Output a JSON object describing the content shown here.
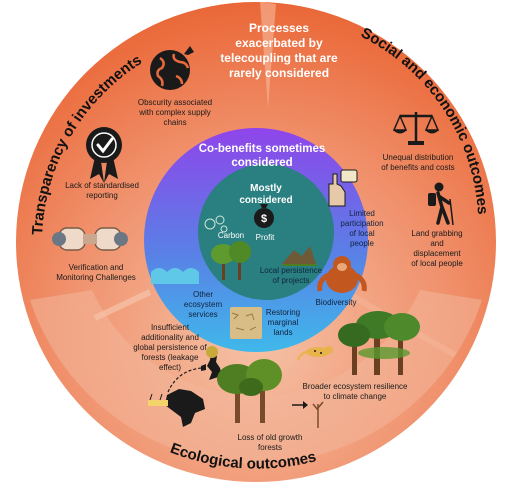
{
  "diagram": {
    "outer_ring": {
      "top_title": [
        "Processes",
        "exacerbated by",
        "telecoupling that are",
        "rarely considered"
      ],
      "arc_left": "Transparency of investments",
      "arc_right": "Social and economic outcomes",
      "arc_bottom": "Ecological outcomes",
      "items": {
        "supply_chains": [
          "Obscurity associated",
          "with complex supply",
          "chains"
        ],
        "reporting": [
          "Lack of standardised",
          "reporting"
        ],
        "monitoring": [
          "Verification and",
          "Monitoring Challenges"
        ],
        "leakage": [
          "Insufficient",
          "additionality and",
          "global persistence of",
          "forests (leakage",
          "effect)"
        ],
        "old_growth": [
          "Loss of old growth",
          "forests"
        ],
        "resilience": [
          "Broader ecosystem resilience",
          "to climate change"
        ],
        "land_grabbing": [
          "Land grabbing",
          "and",
          "displacement",
          "of local people"
        ],
        "distribution": [
          "Unequal distribution",
          "of benefits and costs"
        ]
      }
    },
    "middle_ring": {
      "title": [
        "Co-benefits sometimes",
        "considered"
      ],
      "items": {
        "participation": [
          "Limited",
          "participation",
          "of local",
          "people"
        ],
        "biodiversity": [
          "Biodiversity"
        ],
        "marginal_lands": [
          "Restoring",
          "marginal",
          "lands"
        ],
        "ecosystem_services": [
          "Other",
          "ecosystem",
          "services"
        ]
      }
    },
    "core": {
      "title": [
        "Mostly",
        "considered"
      ],
      "carbon": "Carbon",
      "profit": "Profit",
      "local_persistence": [
        "Local persistence",
        "of projects"
      ]
    },
    "icons": {
      "globe": "globe-icon",
      "badge": "badge-check-icon",
      "binoculars": "binoculars-icon",
      "scales": "scales-icon",
      "hiker": "hiker-icon",
      "trees": "trees-icon",
      "money": "money-bag-icon",
      "orangutan": "orangutan-icon",
      "hand": "hand-icon",
      "brazil_map": "brazil-map-icon",
      "uk_map": "uk-map-icon",
      "leopard": "leopard-icon",
      "rainforest": "rainforest-icon"
    },
    "colors": {
      "outer_ring": "#ea6a3b",
      "outer_ring_light": "#f29d7d",
      "bottom_ring": "#f3b79b",
      "middle_top": "#7f52e6",
      "middle_bottom": "#3aa0e6",
      "core": "#2a7f80",
      "icon_dark": "#1a1a1a"
    }
  }
}
